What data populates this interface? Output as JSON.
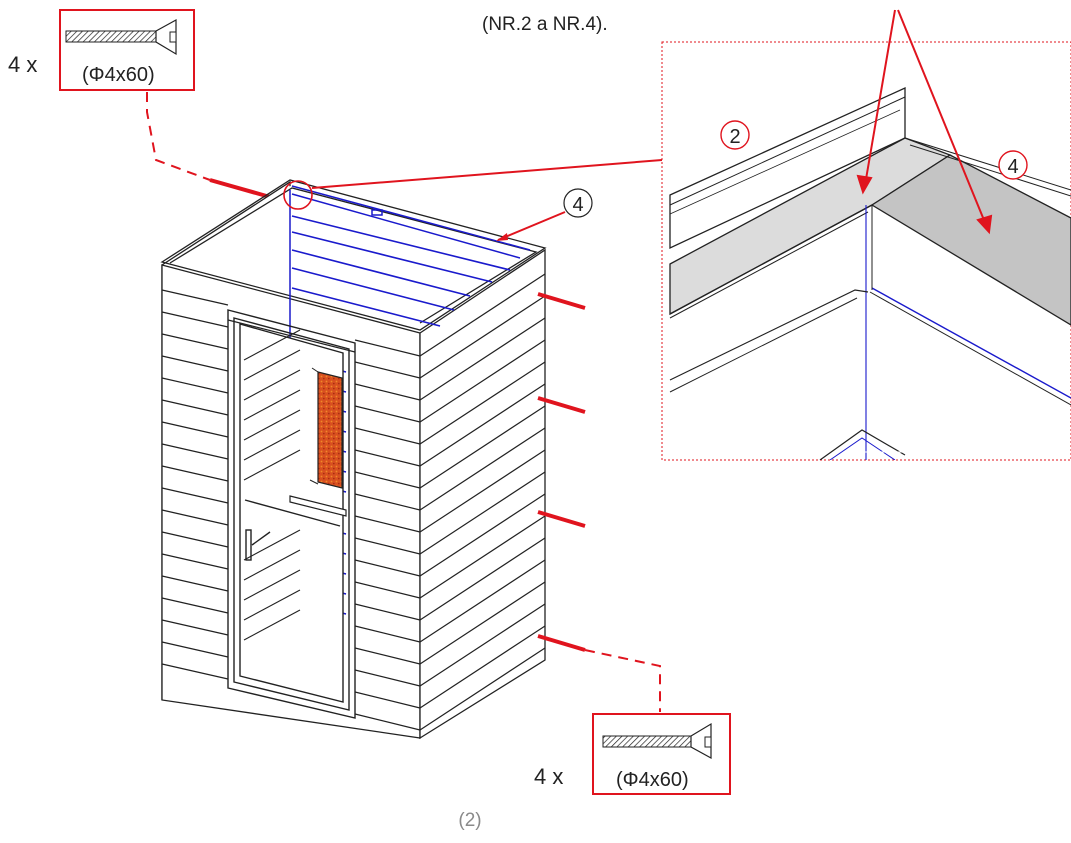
{
  "top_note": "(NR.2 a NR.4).",
  "screw_top": {
    "qty": "4 x",
    "size": "(Φ4x60)"
  },
  "screw_bottom": {
    "qty": "4 x",
    "size": "(Φ4x60)"
  },
  "callouts": {
    "cabin_part": "4",
    "detail_left": "2",
    "detail_right": "4"
  },
  "page_number": "(2)",
  "colors": {
    "accent": "#e0141e",
    "blue_lines": "#1a1acc",
    "heater": "#d33a1a",
    "panel_gray": "#d0d0d0"
  },
  "icons": [
    "screw-icon",
    "sauna-cabin",
    "detail-zoom"
  ]
}
